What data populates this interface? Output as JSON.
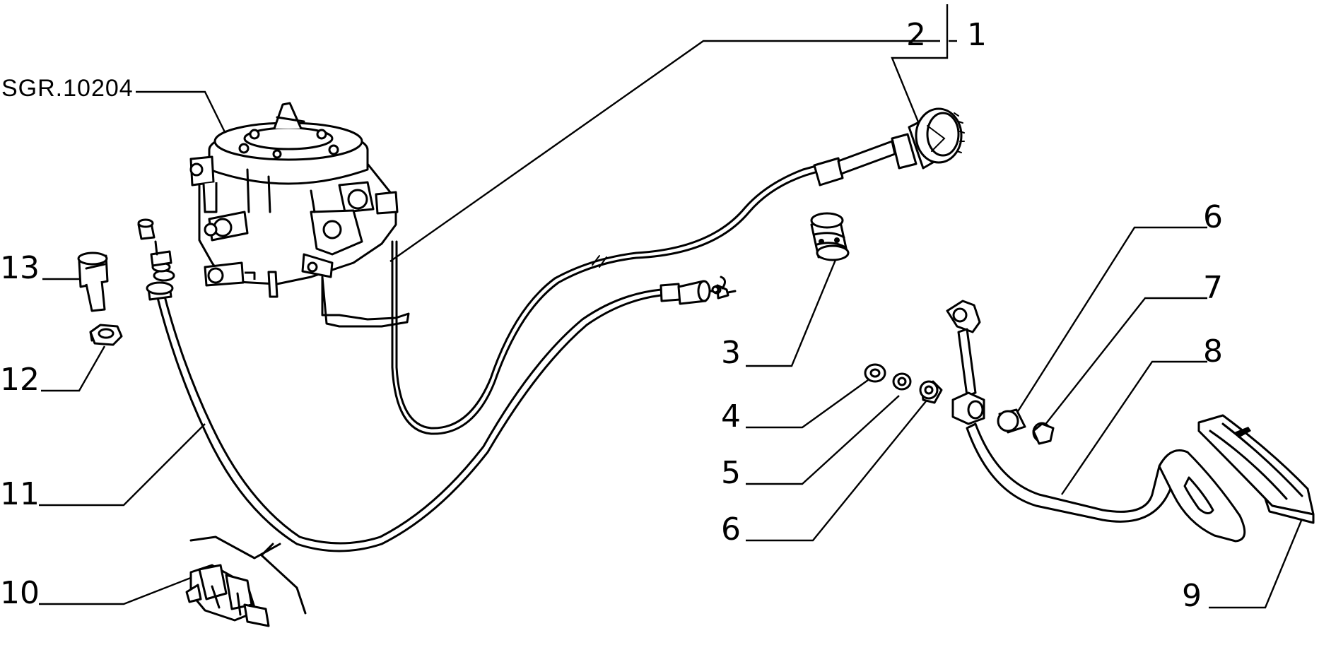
{
  "diagram": {
    "reference_code": "SGR.10204",
    "callouts": [
      {
        "id": "c1",
        "label": "1"
      },
      {
        "id": "c2",
        "label": "2"
      },
      {
        "id": "c3",
        "label": "3"
      },
      {
        "id": "c4",
        "label": "4"
      },
      {
        "id": "c5",
        "label": "5"
      },
      {
        "id": "c6a",
        "label": "6"
      },
      {
        "id": "c6b",
        "label": "6"
      },
      {
        "id": "c7",
        "label": "7"
      },
      {
        "id": "c8",
        "label": "8"
      },
      {
        "id": "c9",
        "label": "9"
      },
      {
        "id": "c10",
        "label": "10"
      },
      {
        "id": "c11",
        "label": "11"
      },
      {
        "id": "c12",
        "label": "12"
      },
      {
        "id": "c13",
        "label": "13"
      }
    ]
  },
  "colors": {
    "ink": "#000000",
    "paper": "#ffffff"
  }
}
